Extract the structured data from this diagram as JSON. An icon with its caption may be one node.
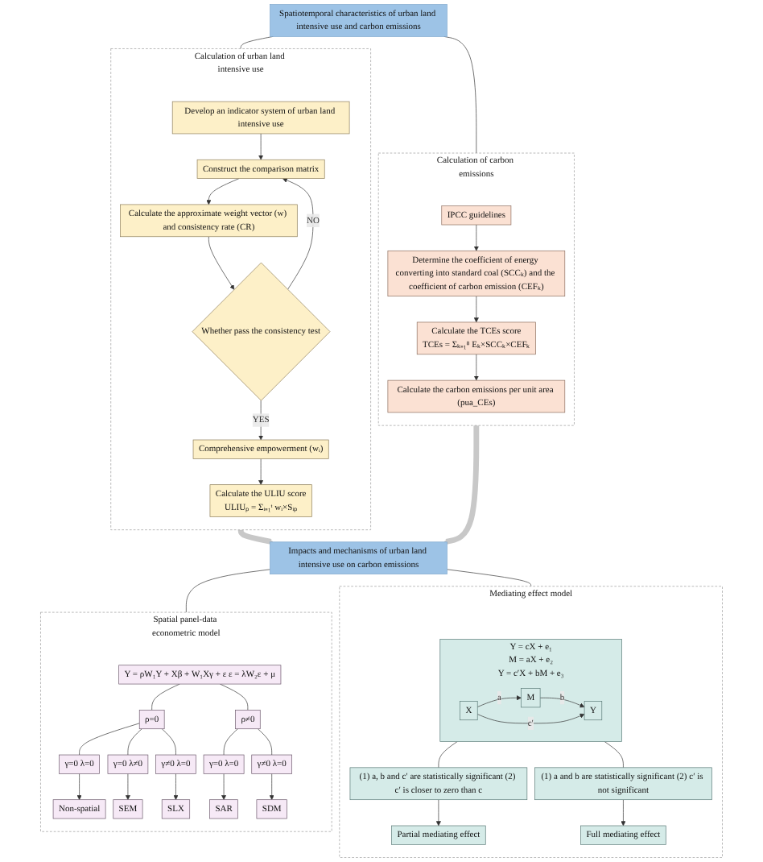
{
  "diagram": {
    "nodes": [
      {
        "text": [
          "Spatiotemporal characteristics of urban land intensive use and carbon emissions"
        ]
      },
      {
        "text": [
          "Calculation of urban land intensive use"
        ]
      },
      {
        "text": [
          "Develop an indicator system of urban land intensive use"
        ],
        "in": 1
      },
      {
        "text": [
          "Construct the comparison matrix"
        ],
        "in": 1
      },
      {
        "text": [
          "Calculate the approximate weight vector (w) and consistency rate (CR)"
        ],
        "in": 1
      },
      {
        "text": [
          "Whether pass the consistency test"
        ],
        "in": 1
      },
      {
        "text": [
          "Comprehensive empowerment (wᵢ)"
        ],
        "in": 1
      },
      {
        "text": [
          "Calculate the ULIU score",
          "ULIUₚ = Σᵢ₌₁ᵗ wᵢ×Sᵢₚ"
        ],
        "in": 1
      },
      {
        "text": [
          "Calculation of carbon emissions"
        ]
      },
      {
        "text": [
          "IPCC guidelines"
        ],
        "in": 8
      },
      {
        "text": [
          "Determine the coefficient of energy converting into standard coal (SCCₖ) and the coefficient of carbon emission (CEFₖ)"
        ],
        "in": 8
      },
      {
        "text": [
          "Calculate the TCEs score",
          "TCEs = Σₖ₌₁⁸ Eₖ×SCCₖ×CEFₖ"
        ],
        "in": 8
      },
      {
        "text": [
          "Calculate the carbon emissions per unit area (pua_CEs)"
        ],
        "in": 8
      },
      {
        "text": [
          "Impacts and mechanisms of urban land intensive use on carbon emissions"
        ]
      },
      {
        "text": [
          "Spatial panel-data econometric model"
        ]
      },
      {
        "text": [
          "Y = ρW₁Y + Xβ + W₁Xγ + ε ε = λW₂ε + μ"
        ],
        "in": 14
      },
      {
        "text": [
          "ρ=0"
        ],
        "in": 14
      },
      {
        "text": [
          "ρ≠0"
        ],
        "in": 14
      },
      {
        "text": [
          "γ=0 λ=0"
        ],
        "in": 14
      },
      {
        "text": [
          "γ=0 λ≠0"
        ],
        "in": 14
      },
      {
        "text": [
          "γ≠0 λ=0"
        ],
        "in": 14
      },
      {
        "text": [
          "γ=0 λ=0"
        ],
        "in": 14
      },
      {
        "text": [
          "γ≠0 λ=0"
        ],
        "in": 14
      },
      {
        "text": [
          "Non-spatial"
        ],
        "in": 14
      },
      {
        "text": [
          "SEM"
        ],
        "in": 14
      },
      {
        "text": [
          "SLX"
        ],
        "in": 14
      },
      {
        "text": [
          "SAR"
        ],
        "in": 14
      },
      {
        "text": [
          "SDM"
        ],
        "in": 14
      },
      {
        "text": [
          "Mediating effect model"
        ]
      },
      {
        "text": [
          "Y = cX + e₁",
          "M = aX + e₂",
          "Y = c′X + bM + e₃"
        ],
        "in": 28
      },
      {
        "text": [
          "X"
        ],
        "in": 29
      },
      {
        "text": [
          "M"
        ],
        "in": 29
      },
      {
        "text": [
          "Y"
        ],
        "in": 29
      },
      {
        "text": [
          "(1) a, b and c′ are statistically significant (2) c′ is closer to zero than c"
        ],
        "in": 28
      },
      {
        "text": [
          "(1) a and b are statistically significant (2) c′ is not significant"
        ],
        "in": 28
      },
      {
        "text": [
          "Partial mediating effect"
        ],
        "in": 28
      },
      {
        "text": [
          "Full mediating effect"
        ],
        "in": 28
      }
    ],
    "edges": [
      {
        "from": 0,
        "to": 1,
        "arrow": "none"
      },
      {
        "from": 0,
        "to": 8,
        "arrow": "none"
      },
      {
        "from": 2,
        "to": 3,
        "arrow": "to"
      },
      {
        "from": 3,
        "to": 4,
        "arrow": "to"
      },
      {
        "from": 4,
        "to": 5,
        "arrow": "to"
      },
      {
        "from": 5,
        "to": 3,
        "arrow": "to",
        "label": "NO"
      },
      {
        "from": 5,
        "to": 6,
        "arrow": "to",
        "label": "YES"
      },
      {
        "from": 6,
        "to": 7,
        "arrow": "to"
      },
      {
        "from": 9,
        "to": 10,
        "arrow": "to"
      },
      {
        "from": 10,
        "to": 11,
        "arrow": "to"
      },
      {
        "from": 11,
        "to": 12,
        "arrow": "to"
      },
      {
        "from": 1,
        "to": 13,
        "arrow": "to",
        "style": "thick",
        "color": "#c8c8c8"
      },
      {
        "from": 8,
        "to": 13,
        "arrow": "to",
        "style": "thick",
        "color": "#c8c8c8"
      },
      {
        "from": 13,
        "to": 14,
        "arrow": "none"
      },
      {
        "from": 13,
        "to": 28,
        "arrow": "none"
      },
      {
        "from": 15,
        "to": 16,
        "arrow": "none"
      },
      {
        "from": 15,
        "to": 17,
        "arrow": "none"
      },
      {
        "from": 16,
        "to": 18,
        "arrow": "none"
      },
      {
        "from": 16,
        "to": 19,
        "arrow": "none"
      },
      {
        "from": 16,
        "to": 20,
        "arrow": "none"
      },
      {
        "from": 17,
        "to": 21,
        "arrow": "none"
      },
      {
        "from": 17,
        "to": 22,
        "arrow": "none"
      },
      {
        "from": 18,
        "to": 23,
        "arrow": "to"
      },
      {
        "from": 19,
        "to": 24,
        "arrow": "to"
      },
      {
        "from": 20,
        "to": 25,
        "arrow": "to"
      },
      {
        "from": 21,
        "to": 26,
        "arrow": "to"
      },
      {
        "from": 22,
        "to": 27,
        "arrow": "to"
      },
      {
        "from": 30,
        "to": 31,
        "arrow": "to",
        "label": "a"
      },
      {
        "from": 31,
        "to": 32,
        "arrow": "to",
        "label": "b"
      },
      {
        "from": 30,
        "to": 32,
        "arrow": "to",
        "label": "c′"
      },
      {
        "from": 29,
        "to": 33,
        "arrow": "none"
      },
      {
        "from": 29,
        "to": 34,
        "arrow": "none"
      },
      {
        "from": 33,
        "to": 35,
        "arrow": "to"
      },
      {
        "from": 34,
        "to": 36,
        "arrow": "to"
      }
    ]
  }
}
